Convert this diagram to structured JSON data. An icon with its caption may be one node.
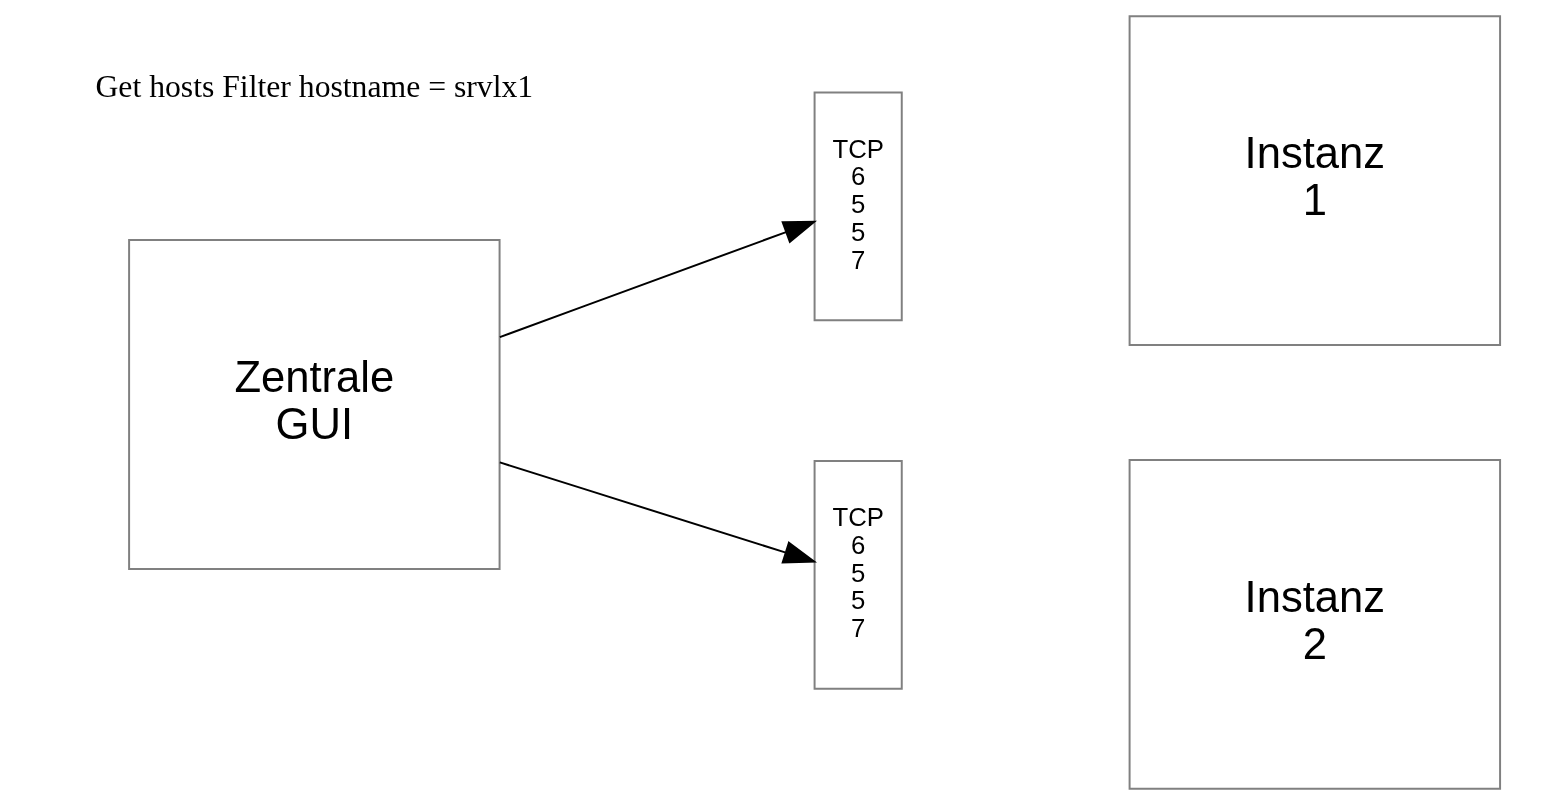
{
  "diagram": {
    "nodes": [
      {
        "text": [
          "Zentrale GUI"
        ]
      },
      {
        "text": [
          "TCP 6 5 5 7"
        ]
      },
      {
        "text": [
          "Instanz 1"
        ]
      },
      {
        "text": [
          "TCP 6 5 5 7"
        ]
      },
      {
        "text": [
          "Instanz 2"
        ]
      }
    ],
    "edges": [
      {
        "from": 0,
        "to": 1,
        "arrow": "to"
      },
      {
        "from": 0,
        "to": 3,
        "arrow": "to"
      }
    ],
    "labels": [
      "Get hosts Filter hostname = srvlx1"
    ]
  }
}
